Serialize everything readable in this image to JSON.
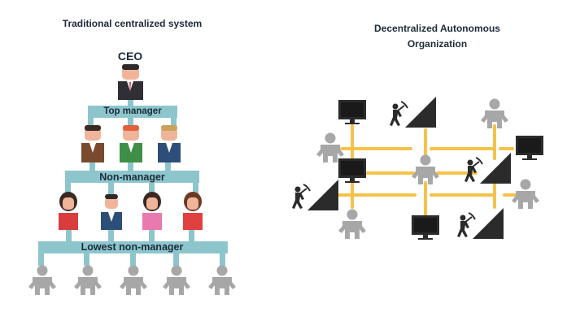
{
  "titles": {
    "left": "Traditional centralized system",
    "right": "Decentralized Autonomous Organization"
  },
  "hierarchy": {
    "ceo": "CEO",
    "top_manager": "Top manager",
    "non_manager": "Non-manager",
    "lowest_non_manager": "Lowest non-manager"
  },
  "colors": {
    "connector": "#8cc6cc",
    "dao_link": "#f5c24a",
    "person_gray": "#a7a7a7",
    "monitor": "#2b2b2b"
  },
  "icons": {
    "dao_nodes": [
      "monitor-icon",
      "miner-icon",
      "user-icon"
    ]
  }
}
